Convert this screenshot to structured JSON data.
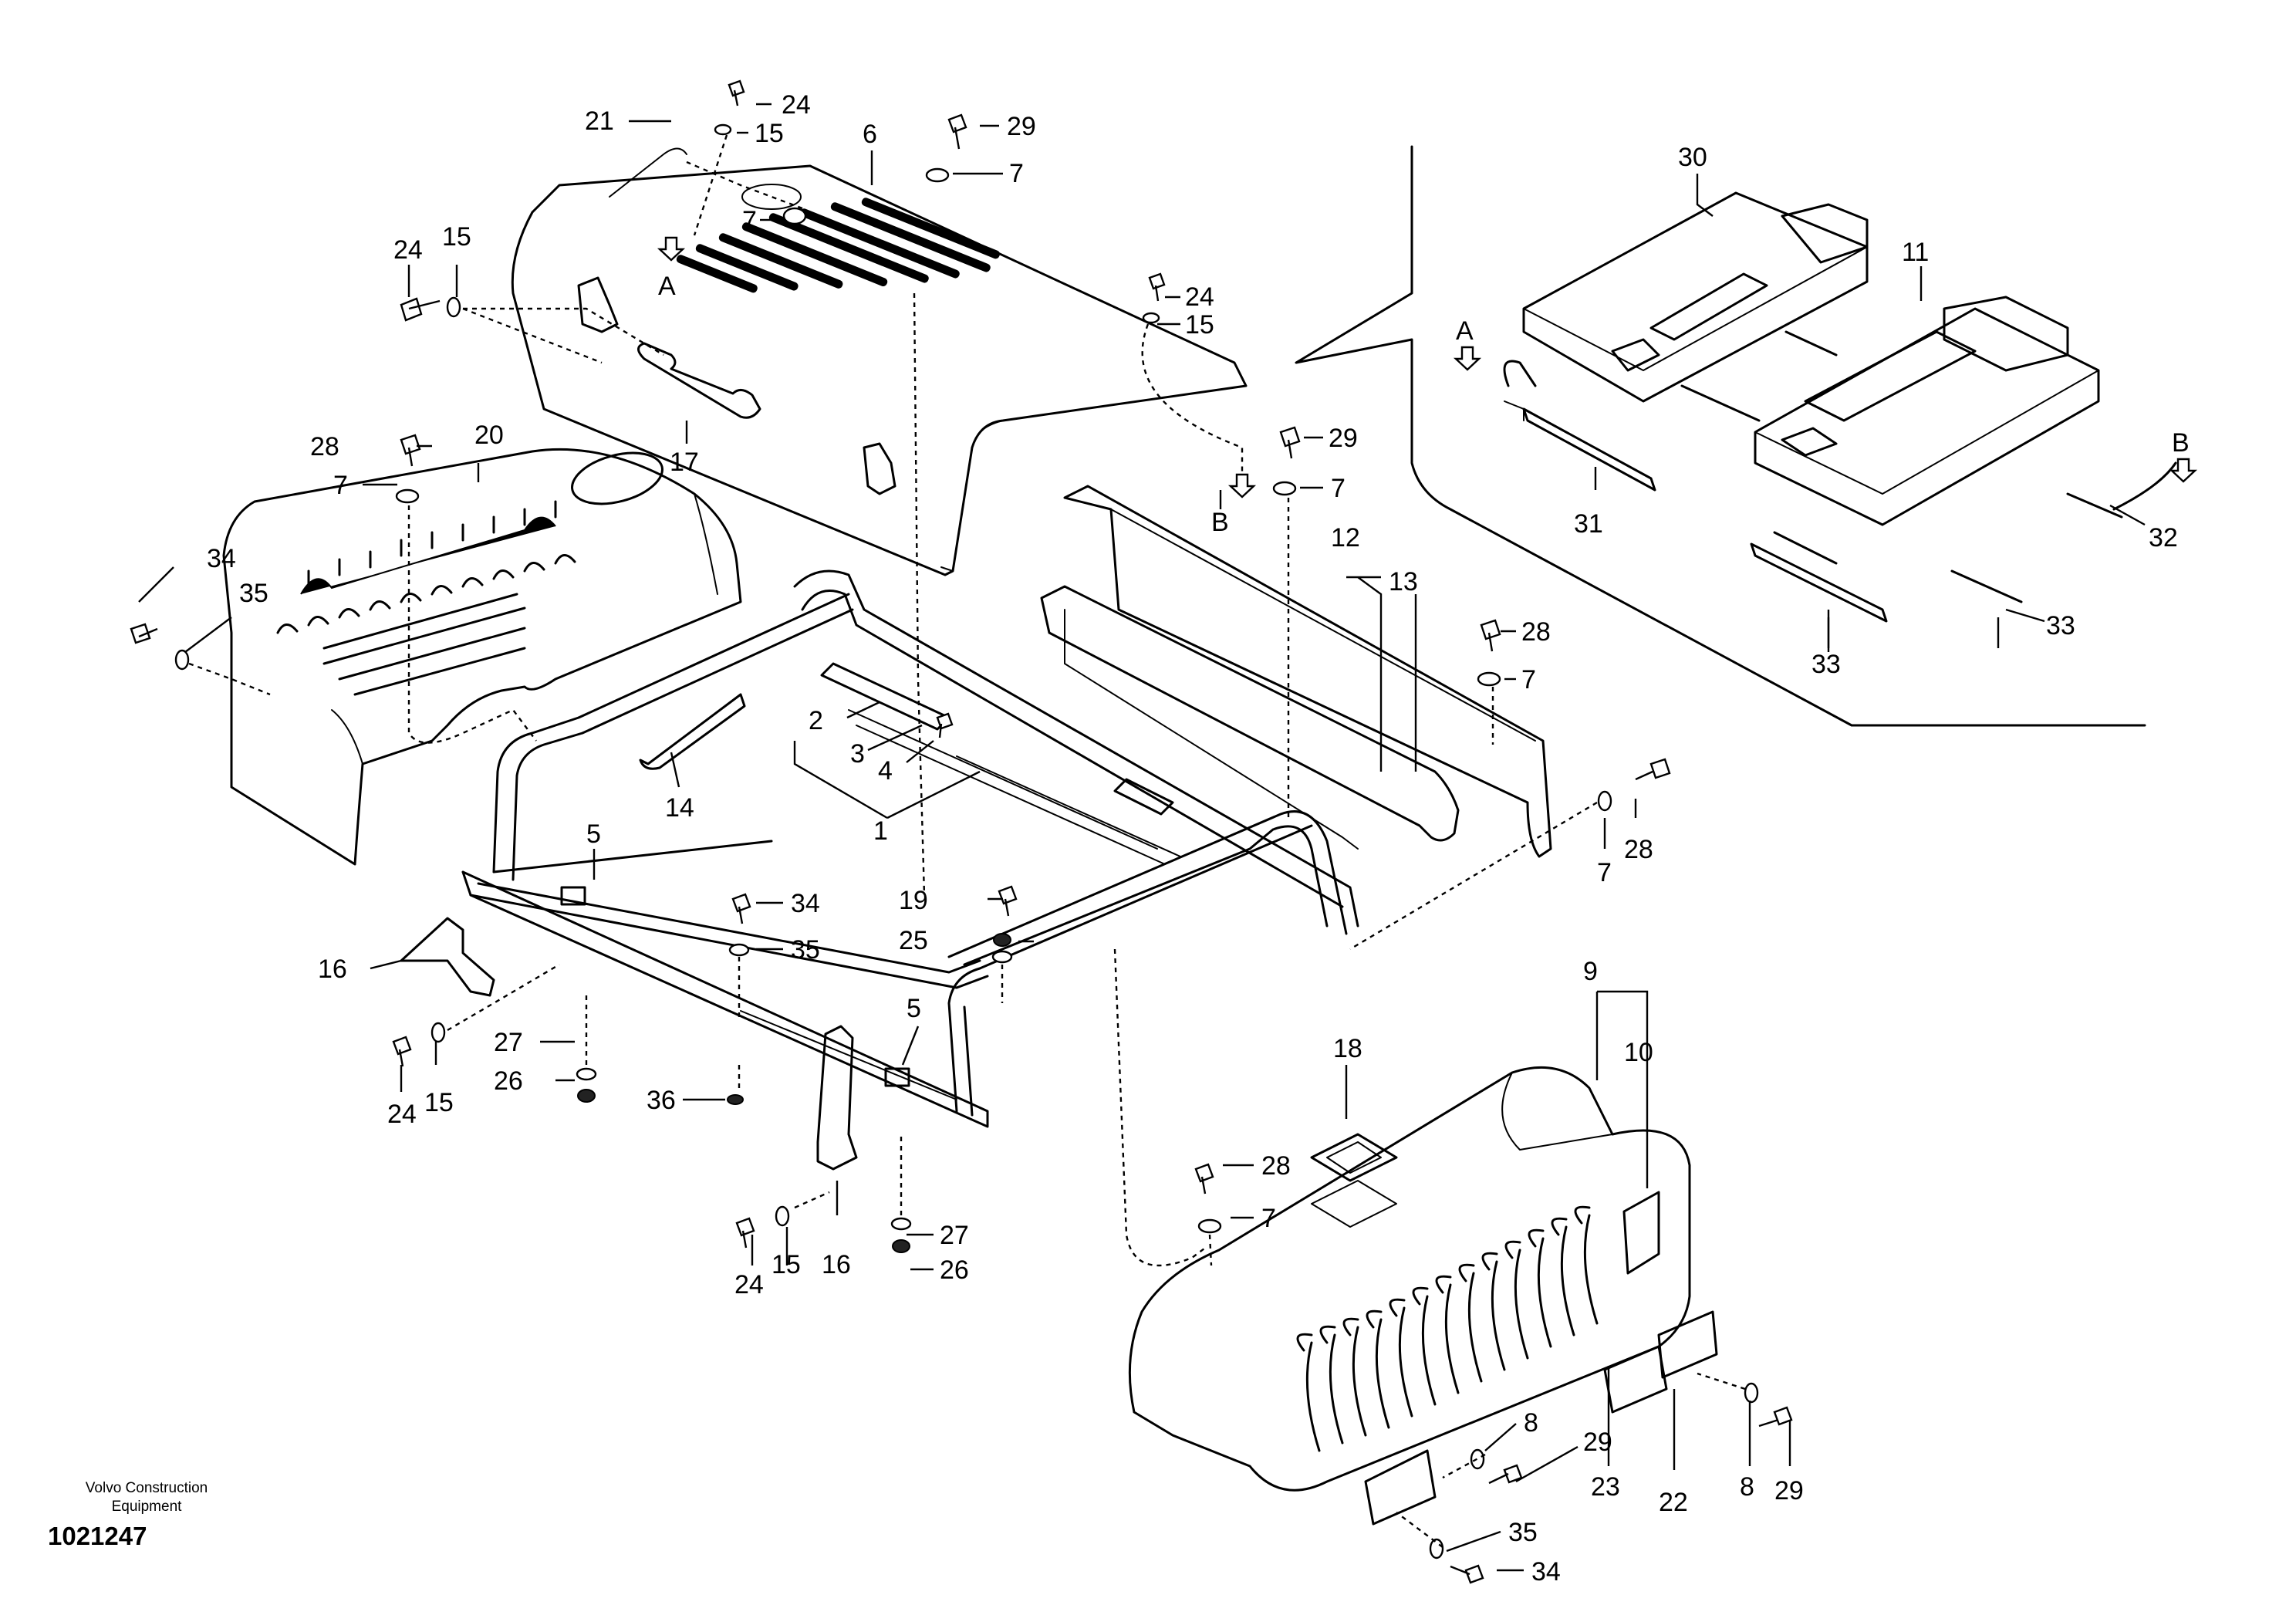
{
  "credit": {
    "line1": "Volvo Construction",
    "line2": "Equipment"
  },
  "figure_number": "1021247",
  "callouts": [
    {
      "label": "21"
    },
    {
      "label": "24"
    },
    {
      "label": "15"
    },
    {
      "label": "6"
    },
    {
      "label": "29"
    },
    {
      "label": "7"
    },
    {
      "label": "7"
    },
    {
      "label": "A"
    },
    {
      "label": "24"
    },
    {
      "label": "15"
    },
    {
      "label": "24"
    },
    {
      "label": "15"
    },
    {
      "label": "17"
    },
    {
      "label": "B"
    },
    {
      "label": "28"
    },
    {
      "label": "20"
    },
    {
      "label": "7"
    },
    {
      "label": "29"
    },
    {
      "label": "7"
    },
    {
      "label": "12"
    },
    {
      "label": "13"
    },
    {
      "label": "34"
    },
    {
      "label": "35"
    },
    {
      "label": "28"
    },
    {
      "label": "7"
    },
    {
      "label": "2"
    },
    {
      "label": "3"
    },
    {
      "label": "4"
    },
    {
      "label": "14"
    },
    {
      "label": "1"
    },
    {
      "label": "7"
    },
    {
      "label": "28"
    },
    {
      "label": "5"
    },
    {
      "label": "34"
    },
    {
      "label": "19"
    },
    {
      "label": "35"
    },
    {
      "label": "25"
    },
    {
      "label": "16"
    },
    {
      "label": "27"
    },
    {
      "label": "26"
    },
    {
      "label": "24"
    },
    {
      "label": "15"
    },
    {
      "label": "36"
    },
    {
      "label": "5"
    },
    {
      "label": "9"
    },
    {
      "label": "10"
    },
    {
      "label": "18"
    },
    {
      "label": "28"
    },
    {
      "label": "7"
    },
    {
      "label": "24"
    },
    {
      "label": "15"
    },
    {
      "label": "16"
    },
    {
      "label": "27"
    },
    {
      "label": "26"
    },
    {
      "label": "8"
    },
    {
      "label": "29"
    },
    {
      "label": "23"
    },
    {
      "label": "22"
    },
    {
      "label": "8"
    },
    {
      "label": "29"
    },
    {
      "label": "35"
    },
    {
      "label": "34"
    },
    {
      "label": "30"
    },
    {
      "label": "11"
    },
    {
      "label": "A"
    },
    {
      "label": "31"
    },
    {
      "label": "B"
    },
    {
      "label": "32"
    },
    {
      "label": "33"
    },
    {
      "label": "33"
    }
  ]
}
